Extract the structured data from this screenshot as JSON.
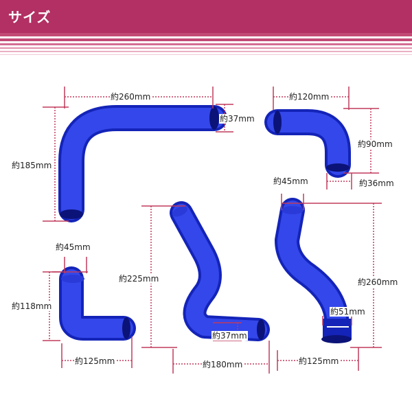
{
  "header": {
    "title": "サイズ"
  },
  "colors": {
    "header": "#b23063",
    "hose": "#1f2fd0",
    "dim_line": "#c03a5c"
  },
  "hoses": [
    {
      "name": "hose-1",
      "dims": {
        "width": "約260mm",
        "height": "約185mm",
        "diameter": "約37mm"
      }
    },
    {
      "name": "hose-2",
      "dims": {
        "width": "約120mm",
        "height": "約90mm",
        "diameter": "約36mm"
      }
    },
    {
      "name": "hose-3",
      "dims": {
        "top": "約45mm",
        "height": "約118mm",
        "width": "約125mm"
      }
    },
    {
      "name": "hose-4",
      "dims": {
        "height": "約225mm",
        "diameter": "約37mm",
        "width": "約180mm"
      }
    },
    {
      "name": "hose-5",
      "dims": {
        "top": "約45mm",
        "height": "約260mm",
        "diameter": "約51mm",
        "width": "約125mm"
      }
    }
  ]
}
